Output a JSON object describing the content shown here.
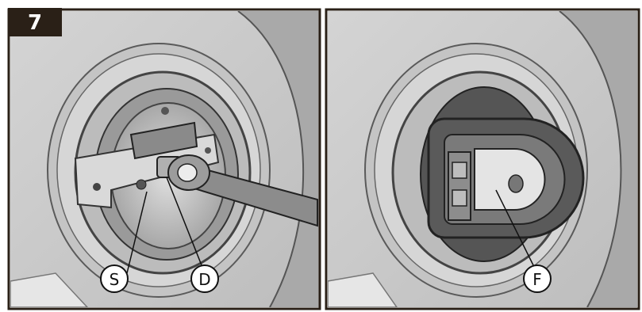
{
  "step": {
    "number": "7"
  },
  "callouts": {
    "s": "S",
    "d": "D",
    "f": "F"
  },
  "colors": {
    "frame": "#2a2017",
    "badge": "#2a2017",
    "background": "#c9c9c9",
    "drum": "#b5b5b5",
    "dark_metal": "#6b6b6b",
    "light_metal": "#e2e2e2",
    "seal": "#4a4a4a"
  },
  "icons": {
    "left_panel": "bracket-removal-with-wrench",
    "right_panel": "drum-opening-with-seal"
  }
}
